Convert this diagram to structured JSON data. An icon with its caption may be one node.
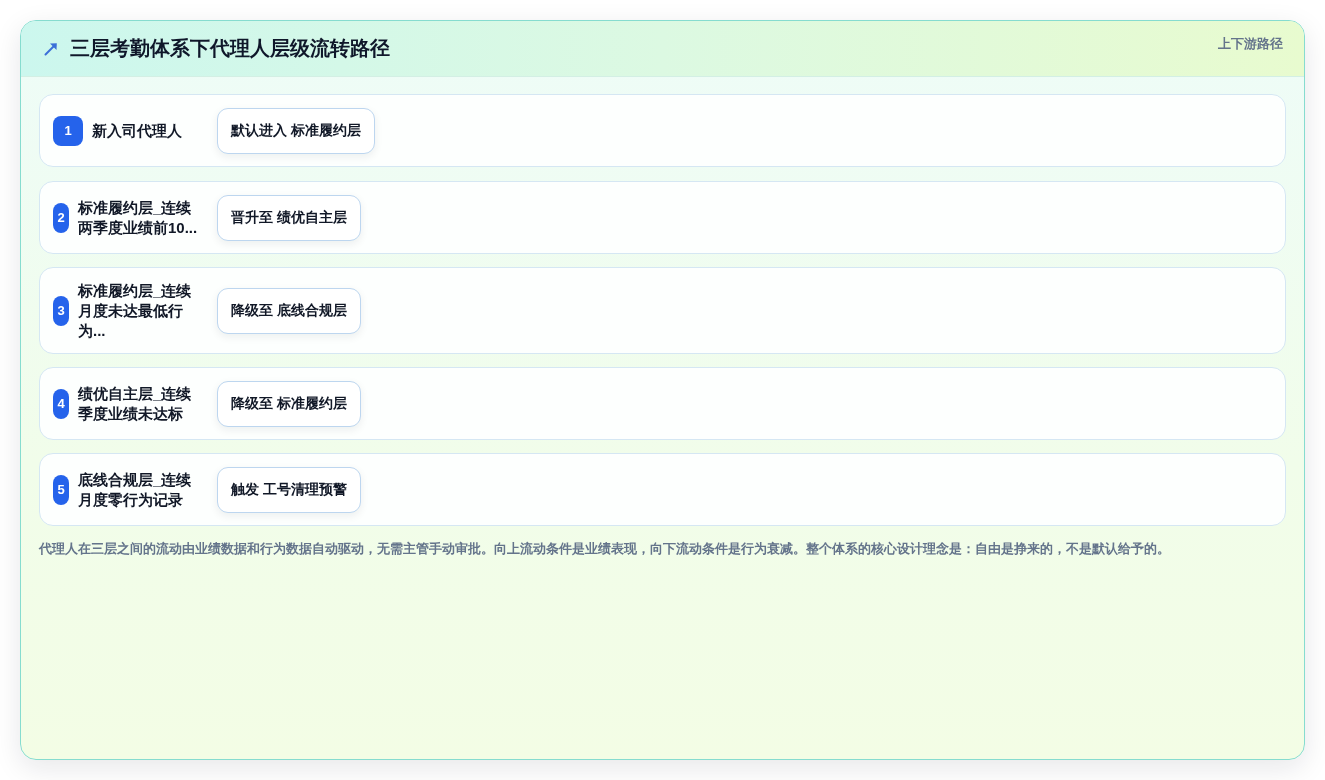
{
  "diagram": {
    "title": "三层考勤体系下代理人层级流转路径",
    "nodes": [
      {
        "text": [
          "新入司代理人"
        ]
      },
      {
        "text": [
          "1"
        ],
        "in": 0
      },
      {
        "text": [
          "默认进入 标准履约层"
        ],
        "in": 0
      },
      {
        "text": [
          "标准履约层_连续两季度业绩前10..."
        ]
      },
      {
        "text": [
          "2"
        ],
        "in": 3
      },
      {
        "text": [
          "晋升至 绩优自主层"
        ],
        "in": 3
      },
      {
        "text": [
          "标准履约层_连续月度未达最低行为..."
        ]
      },
      {
        "text": [
          "3"
        ],
        "in": 6
      },
      {
        "text": [
          "降级至 底线合规层"
        ],
        "in": 6
      },
      {
        "text": [
          "绩优自主层_连续季度业绩未达标"
        ]
      },
      {
        "text": [
          "4"
        ],
        "in": 9
      },
      {
        "text": [
          "降级至 标准履约层"
        ],
        "in": 9
      },
      {
        "text": [
          "底线合规层_连续月度零行为记录"
        ]
      },
      {
        "text": [
          "5"
        ],
        "in": 12
      },
      {
        "text": [
          "触发 工号清理预警"
        ],
        "in": 12
      }
    ],
    "labels": [
      "上下游路径"
    ],
    "caption": "代理人在三层之间的流动由业绩数据和行为数据自动驱动，无需主管手动审批。向上流动条件是业绩表现，向下流动条件是行为衰减。整个体系的核心设计理念是：自由是挣来的，不是默认给予的。"
  }
}
